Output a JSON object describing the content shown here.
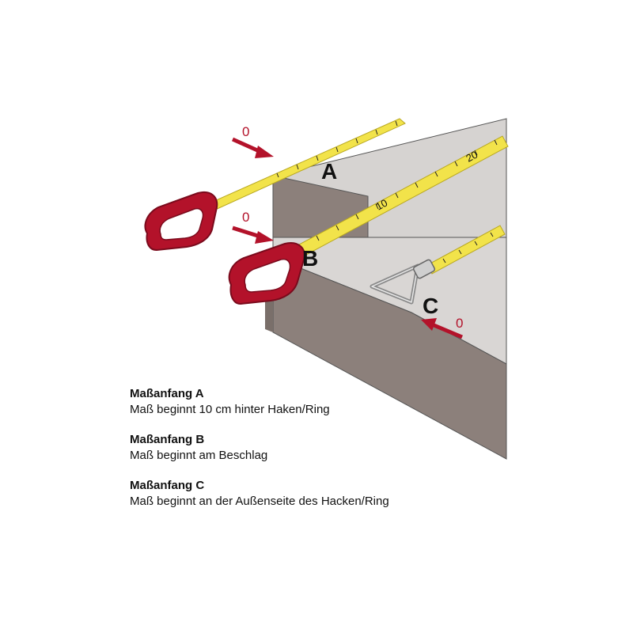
{
  "colors": {
    "background": "#ffffff",
    "block_top": "#d6d3d1",
    "block_front": "#8c807b",
    "block_side": "#7a6f6a",
    "tape": "#f2e34a",
    "tape_edge": "#b9a820",
    "handle": "#b3122a",
    "arrow": "#b3122a",
    "ring": "#8a8a8a"
  },
  "icons": {
    "handle_a": "red-tape-handle-icon",
    "handle_b": "red-tape-handle-icon",
    "ring_c": "metal-ring-hook-icon"
  },
  "markers": {
    "a": {
      "letter": "A",
      "zero": "0"
    },
    "b": {
      "letter": "B",
      "zero": "0",
      "tick_10": "10",
      "tick_20": "20"
    },
    "c": {
      "letter": "C",
      "zero": "0"
    }
  },
  "legend": [
    {
      "title": "Maßanfang A",
      "text": "Maß beginnt 10 cm hinter Haken/Ring"
    },
    {
      "title": "Maßanfang B",
      "text": "Maß beginnt am Beschlag"
    },
    {
      "title": "Maßanfang C",
      "text": "Maß beginnt an der Außenseite des Hacken/Ring"
    }
  ]
}
